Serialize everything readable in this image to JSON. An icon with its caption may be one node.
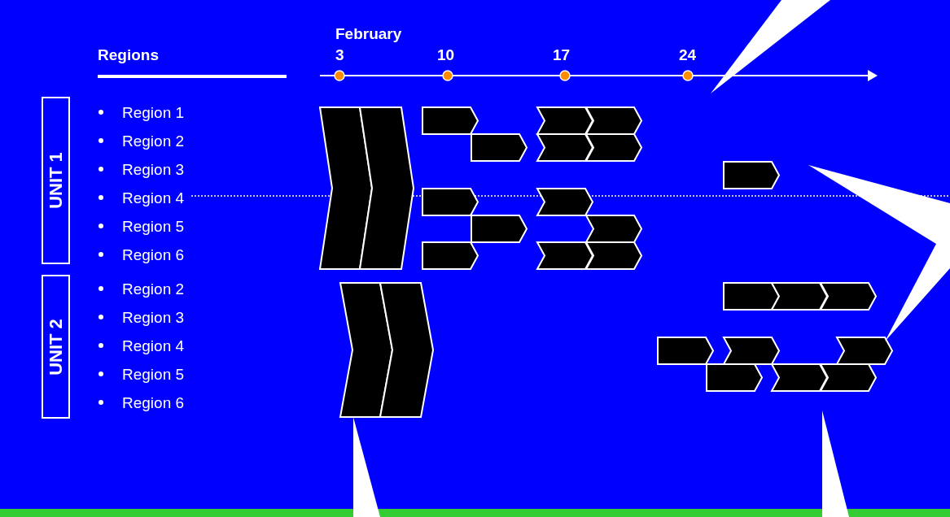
{
  "diagram": {
    "nodes": [
      {
        "text": [
          "UNIT 1"
        ]
      },
      {
        "text": [
          "UNIT 2"
        ]
      }
    ],
    "edges": [],
    "labels": [
      "Regions",
      "February",
      "3",
      "10",
      "17",
      "24",
      "Region 1",
      "Region 2",
      "Region 3",
      "Region 4",
      "Region 5",
      "Region 6",
      "Region 2",
      "Region 3",
      "Region 4",
      "Region 5",
      "Region 6"
    ]
  }
}
